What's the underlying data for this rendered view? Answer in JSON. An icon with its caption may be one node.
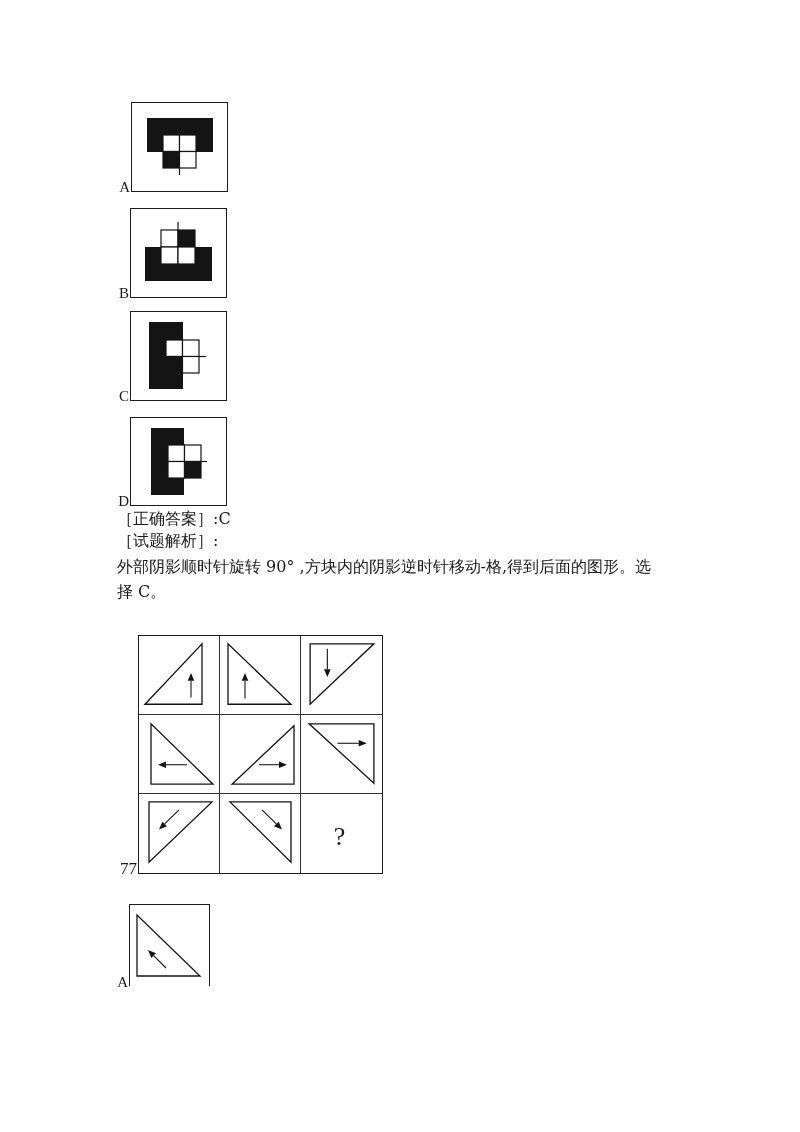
{
  "diagram": {
    "nodes": [
      {
        "text": [
          "A"
        ]
      },
      {
        "text": [
          "B"
        ]
      },
      {
        "text": [
          "C"
        ]
      },
      {
        "text": [
          "D"
        ]
      },
      {
        "text": [
          "77"
        ]
      },
      {
        "text": [],
        "shape": "picture",
        "in": 4
      },
      {
        "text": [],
        "shape": "picture",
        "in": 4
      },
      {
        "text": [],
        "shape": "picture",
        "in": 4
      },
      {
        "text": [],
        "shape": "picture",
        "in": 4
      },
      {
        "text": [],
        "shape": "picture",
        "in": 4
      },
      {
        "text": [],
        "shape": "picture",
        "in": 4
      },
      {
        "text": [],
        "shape": "picture",
        "in": 4
      },
      {
        "text": [],
        "shape": "picture",
        "in": 4
      },
      {
        "text": [
          "?"
        ],
        "in": 4
      },
      {
        "text": [
          "A"
        ]
      }
    ],
    "labels": [
      "［正确答案］:C",
      "［试题解析］:",
      "外部阴影顺时针旋转 90° ,方块内的阴影逆时针移动-格,得到后面的图形。选择 C。"
    ]
  }
}
